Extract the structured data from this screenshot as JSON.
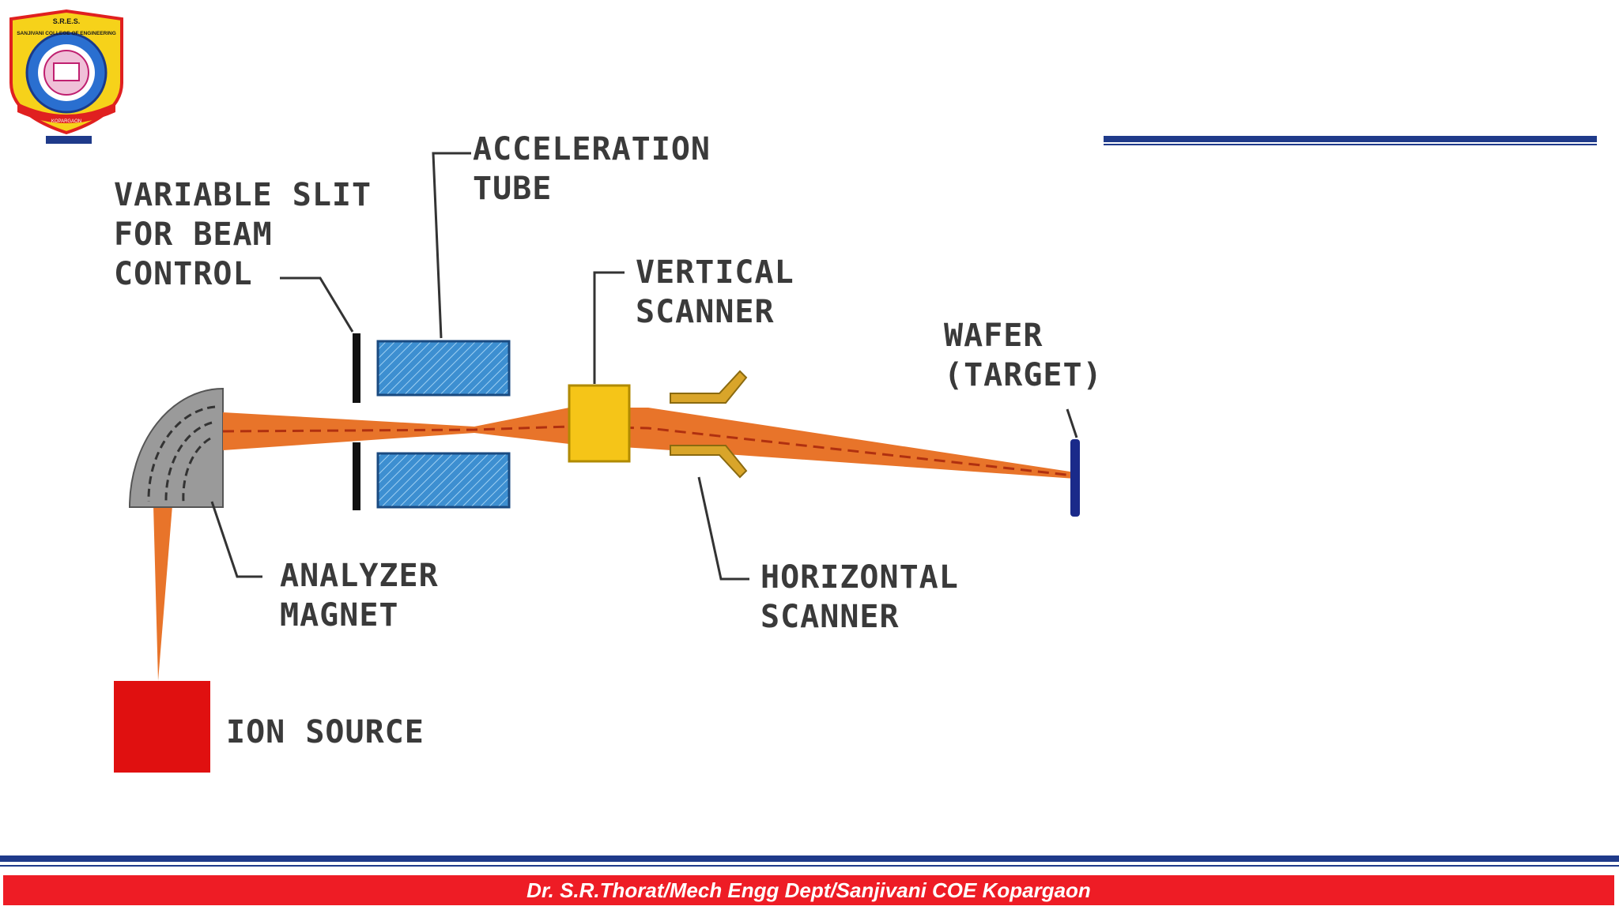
{
  "logo": {
    "top_text": "S.R.E.S.",
    "arc_text": "SANJIVANI COLLEGE OF ENGINEERING",
    "bottom_text": "KOPARGAON"
  },
  "diagram": {
    "labels": {
      "variable_slit": [
        "VARIABLE SLIT",
        "FOR BEAM",
        "CONTROL"
      ],
      "acceleration_tube": [
        "ACCELERATION",
        "TUBE"
      ],
      "vertical_scanner": [
        "VERTICAL",
        "SCANNER"
      ],
      "wafer": [
        "WAFER",
        "(TARGET)"
      ],
      "analyzer_magnet": [
        "ANALYZER",
        "MAGNET"
      ],
      "horizontal_scanner": [
        "HORIZONTAL",
        "SCANNER"
      ],
      "ion_source": "ION SOURCE"
    },
    "colors": {
      "beam": "#e8742a",
      "magnet": "#9a9a9a",
      "tube": "#3d8fd1",
      "vertical_scanner": "#f5c518",
      "horizontal_scanner": "#d9a52a",
      "wafer": "#1a2a8a",
      "ion_source": "#e01010",
      "slit": "#111111"
    }
  },
  "footer": {
    "text": "Dr. S.R.Thorat/Mech Engg Dept/Sanjivani COE Kopargaon"
  }
}
